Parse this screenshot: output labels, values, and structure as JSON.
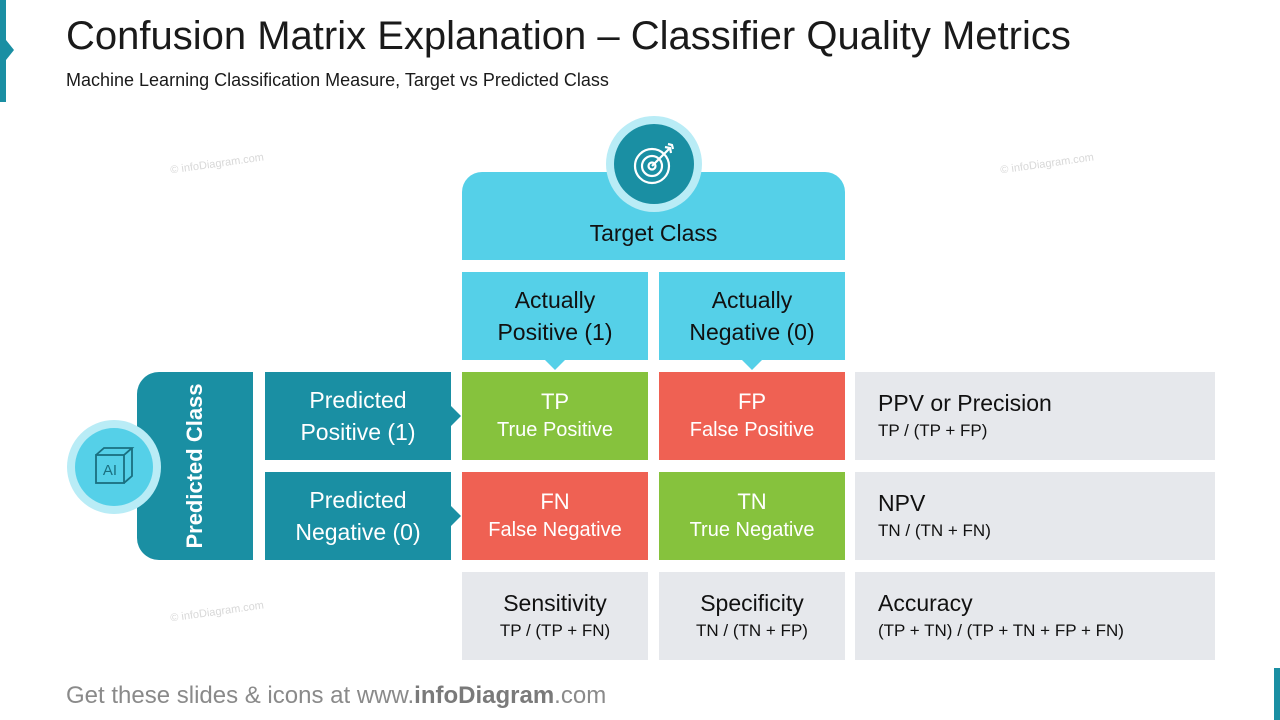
{
  "header": {
    "title": "Confusion Matrix Explanation – Classifier Quality Metrics",
    "subtitle": "Machine Learning Classification Measure, Target vs Predicted Class"
  },
  "watermark": "© infoDiagram.com",
  "target": {
    "label": "Target Class",
    "icon": "target-arrow-icon",
    "columns": [
      {
        "label": "Actually Positive (1)"
      },
      {
        "label": "Actually Negative (0)"
      }
    ]
  },
  "predicted": {
    "label": "Predicted Class",
    "icon": "ai-cube-icon",
    "icon_text": "AI",
    "rows": [
      {
        "label": "Predicted Positive (1)"
      },
      {
        "label": "Predicted Negative (0)"
      }
    ]
  },
  "matrix": {
    "tp": {
      "abbr": "TP",
      "full": "True Positive",
      "color": "#86c23d"
    },
    "fp": {
      "abbr": "FP",
      "full": "False Positive",
      "color": "#ef6153"
    },
    "fn": {
      "abbr": "FN",
      "full": "False Negative",
      "color": "#ef6153"
    },
    "tn": {
      "abbr": "TN",
      "full": "True Negative",
      "color": "#86c23d"
    }
  },
  "metrics": {
    "ppv": {
      "name": "PPV or Precision",
      "formula": "TP / (TP + FP)"
    },
    "npv": {
      "name": "NPV",
      "formula": "TN / (TN + FN)"
    },
    "sensitivity": {
      "name": "Sensitivity",
      "formula": "TP / (TP + FN)"
    },
    "specificity": {
      "name": "Specificity",
      "formula": "TN / (TN + FP)"
    },
    "accuracy": {
      "name": "Accuracy",
      "formula": "(TP + TN) / (TP + TN + FP + FN)"
    }
  },
  "footer": {
    "prefix": "Get these slides & icons at www.",
    "brand": "infoDiagram",
    "suffix": ".com"
  },
  "colors": {
    "teal": "#1a8fa3",
    "cyan": "#55d0e8",
    "green": "#86c23d",
    "red": "#ef6153",
    "grey": "#e6e8ec"
  }
}
